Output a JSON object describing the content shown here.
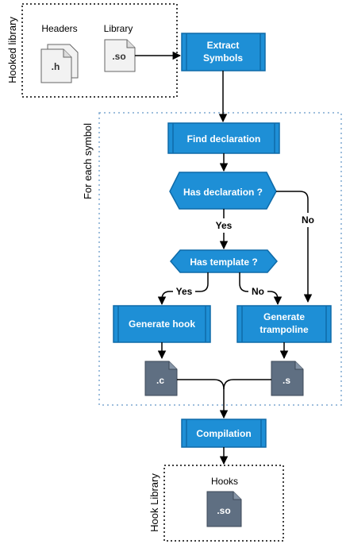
{
  "colors": {
    "process_fill": "#1e8fd6",
    "process_stroke": "#0e6aa8",
    "file_light_fill": "#f2f2f2",
    "file_dark_fill": "#5f6f82",
    "group_border": "#000000",
    "loop_border": "#7fa8d0"
  },
  "groups": {
    "hooked_library": "Hooked library",
    "for_each_symbol": "For each symbol",
    "hook_library": "Hook Library"
  },
  "files": {
    "headers_label": "Headers",
    "headers_ext": ".h",
    "library_label": "Library",
    "library_ext": ".so",
    "out_c": ".c",
    "out_s": ".s",
    "hooks_label": "Hooks",
    "hooks_ext": ".so"
  },
  "nodes": {
    "extract_line1": "Extract",
    "extract_line2": "Symbols",
    "find_declaration": "Find declaration",
    "has_declaration": "Has declaration ?",
    "has_template": "Has template ?",
    "generate_hook": "Generate hook",
    "trampoline_line1": "Generate",
    "trampoline_line2": "trampoline",
    "compilation": "Compilation"
  },
  "edges": {
    "yes_declaration": "Yes",
    "no_declaration": "No",
    "yes_template": "Yes",
    "no_template": "No"
  }
}
